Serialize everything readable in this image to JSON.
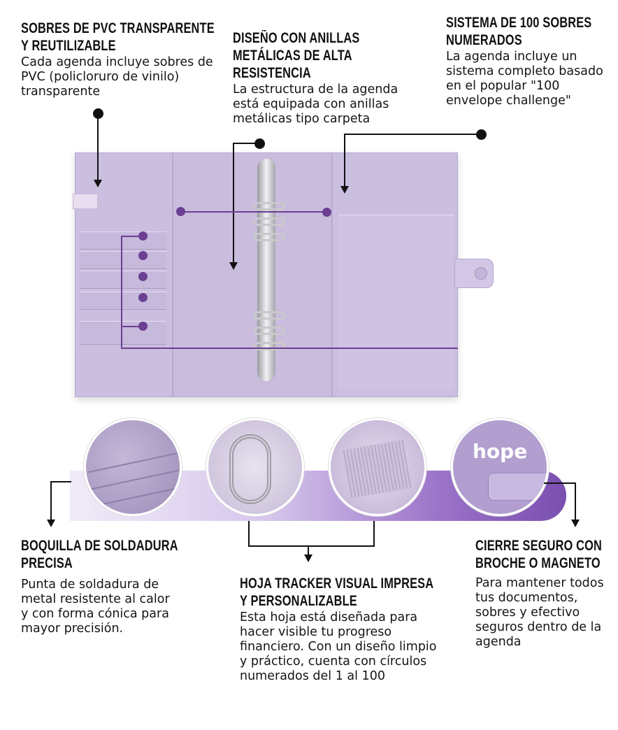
{
  "features": {
    "pvc": {
      "title": "SOBRES DE PVC TRANSPARENTE Y REUTILIZABLE",
      "body": "Cada agenda incluye sobres de PVC (policloruro de vinilo) transparente"
    },
    "rings": {
      "title": "DISEÑO CON ANILLAS METÁLICAS DE ALTA RESISTENCIA",
      "body": "La estructura de la agenda está equipada con anillas metálicas tipo carpeta"
    },
    "envelopes": {
      "title": "SISTEMA DE 100 SOBRES NUMERADOS",
      "body": "La agenda incluye un sistema completo basado en el popular \"100 envelope challenge\""
    },
    "nozzle": {
      "title": "BOQUILLA DE SOLDADURA PRECISA",
      "body": "Punta de soldadura de metal resistente al calor y con forma cónica para mayor precisión."
    },
    "tracker": {
      "title": "HOJA TRACKER VISUAL IMPRESA Y PERSONALIZABLE",
      "body": "Esta hoja está diseñada para hacer visible tu progreso financiero. Con un diseño limpio y práctico, cuenta con círculos numerados del 1 al 100"
    },
    "clasp": {
      "title": "CIERRE SEGURO CON BROCHE O MAGNETO",
      "body": "Para mantener todos tus documentos, sobres y efectivo seguros dentro de la agenda"
    }
  },
  "colors": {
    "binder": "#cbbfdf",
    "accent": "#6b3f91",
    "band_end": "#7a4fb0"
  },
  "detail_circle_text": "hope"
}
